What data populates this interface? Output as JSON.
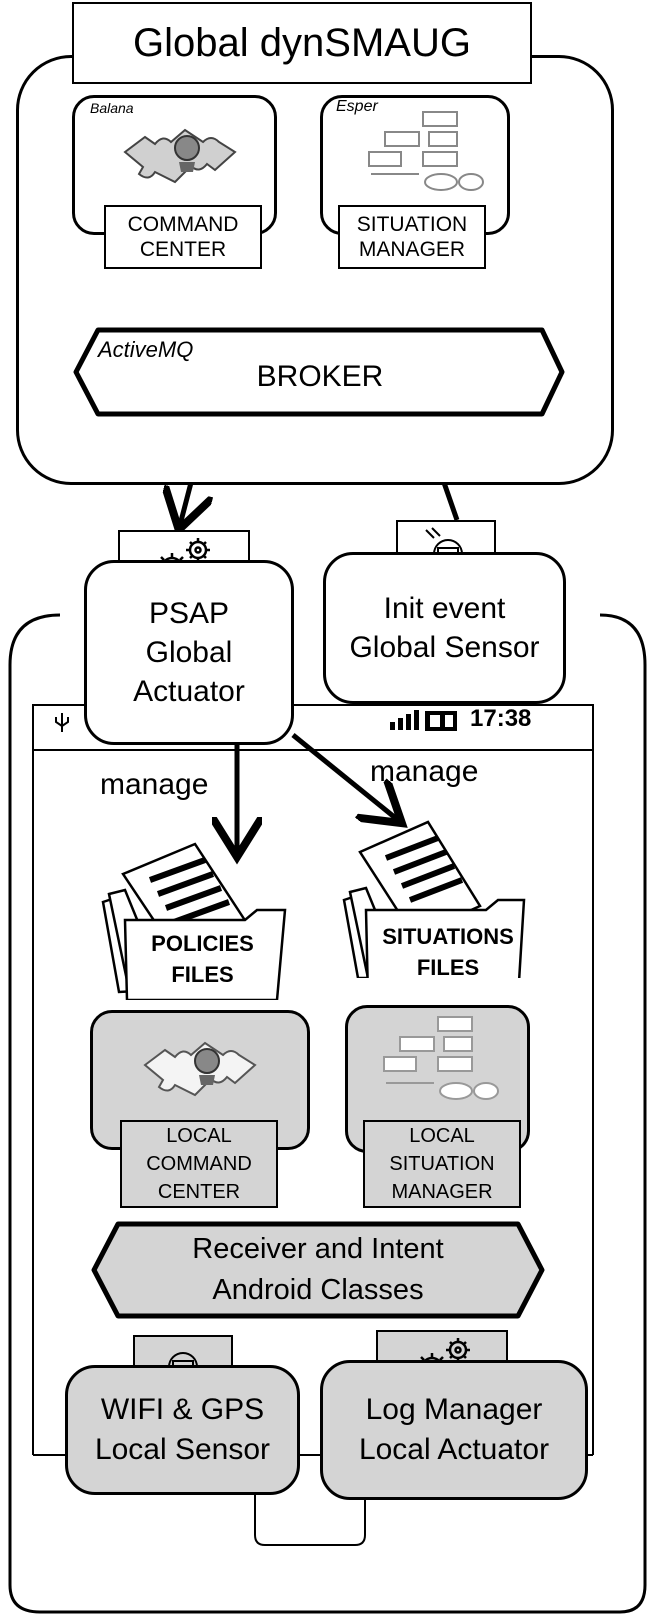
{
  "global": {
    "title": "Global dynSMAUG",
    "balana_label": "Balana",
    "esper_label": "Esper",
    "command_center_label": "COMMAND\nCENTER",
    "situation_manager_label": "SITUATION\nMANAGER",
    "activemq_label": "ActiveMQ",
    "broker_label": "BROKER"
  },
  "phone": {
    "status_time": "17:38"
  },
  "psap": {
    "label": "PSAP\nGlobal\nActuator"
  },
  "init_sensor": {
    "label": "Init event\nGlobal Sensor"
  },
  "manage_left": "manage",
  "manage_right": "manage",
  "policies_files": "POLICIES\nFILES",
  "situations_files": "SITUATIONS\nFILES",
  "local_command_center": "LOCAL\nCOMMAND\nCENTER",
  "local_situation_manager": "LOCAL\nSITUATION\nMANAGER",
  "receiver": "Receiver and Intent\nAndroid Classes",
  "wifi_sensor": "WIFI & GPS\nLocal Sensor",
  "log_actuator": "Log Manager\nLocal Actuator",
  "colors": {
    "stroke": "#000000",
    "gray_fill": "#d4d4d4",
    "background": "#ffffff"
  }
}
